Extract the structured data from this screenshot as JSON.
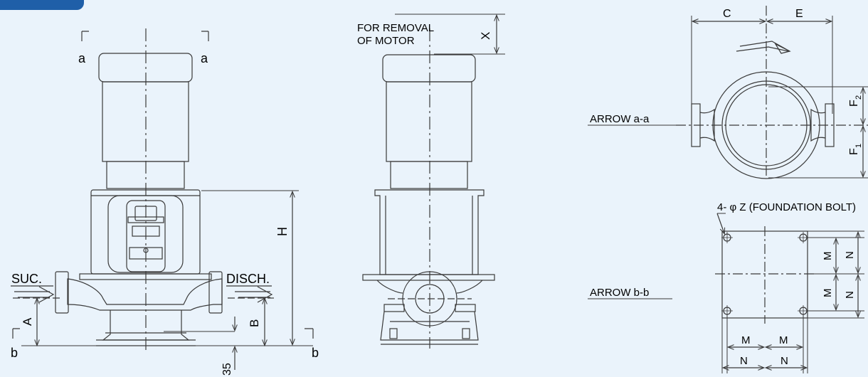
{
  "labels": {
    "section_a_left": "a",
    "section_a_right": "a",
    "section_b_left": "b",
    "section_b_right": "b",
    "suction": "SUC.",
    "discharge": "DISCH.",
    "dim_A": "A",
    "dim_B": "B",
    "dim_H": "H",
    "dim_35": "35",
    "removal_line1": "FOR REMOVAL",
    "removal_line2": "OF MOTOR",
    "dim_X": "X",
    "arrow_aa": "ARROW a-a",
    "arrow_bb": "ARROW b-b",
    "dim_C": "C",
    "dim_E": "E",
    "dim_F2": "F",
    "dim_F2_sub": "2",
    "dim_F1": "F",
    "dim_F1_sub": "1",
    "bolt_note": "4- φ Z (FOUNDATION BOLT)",
    "dim_M_v1": "M",
    "dim_N_v1": "N",
    "dim_M_v2": "M",
    "dim_N_v2": "N",
    "dim_M_h1": "M",
    "dim_M_h2": "M",
    "dim_N_h1": "N",
    "dim_N_h2": "N"
  },
  "colors": {
    "line": "#3a3a3a",
    "background": "#eaf3fb",
    "tab": "#1f5fa8"
  }
}
